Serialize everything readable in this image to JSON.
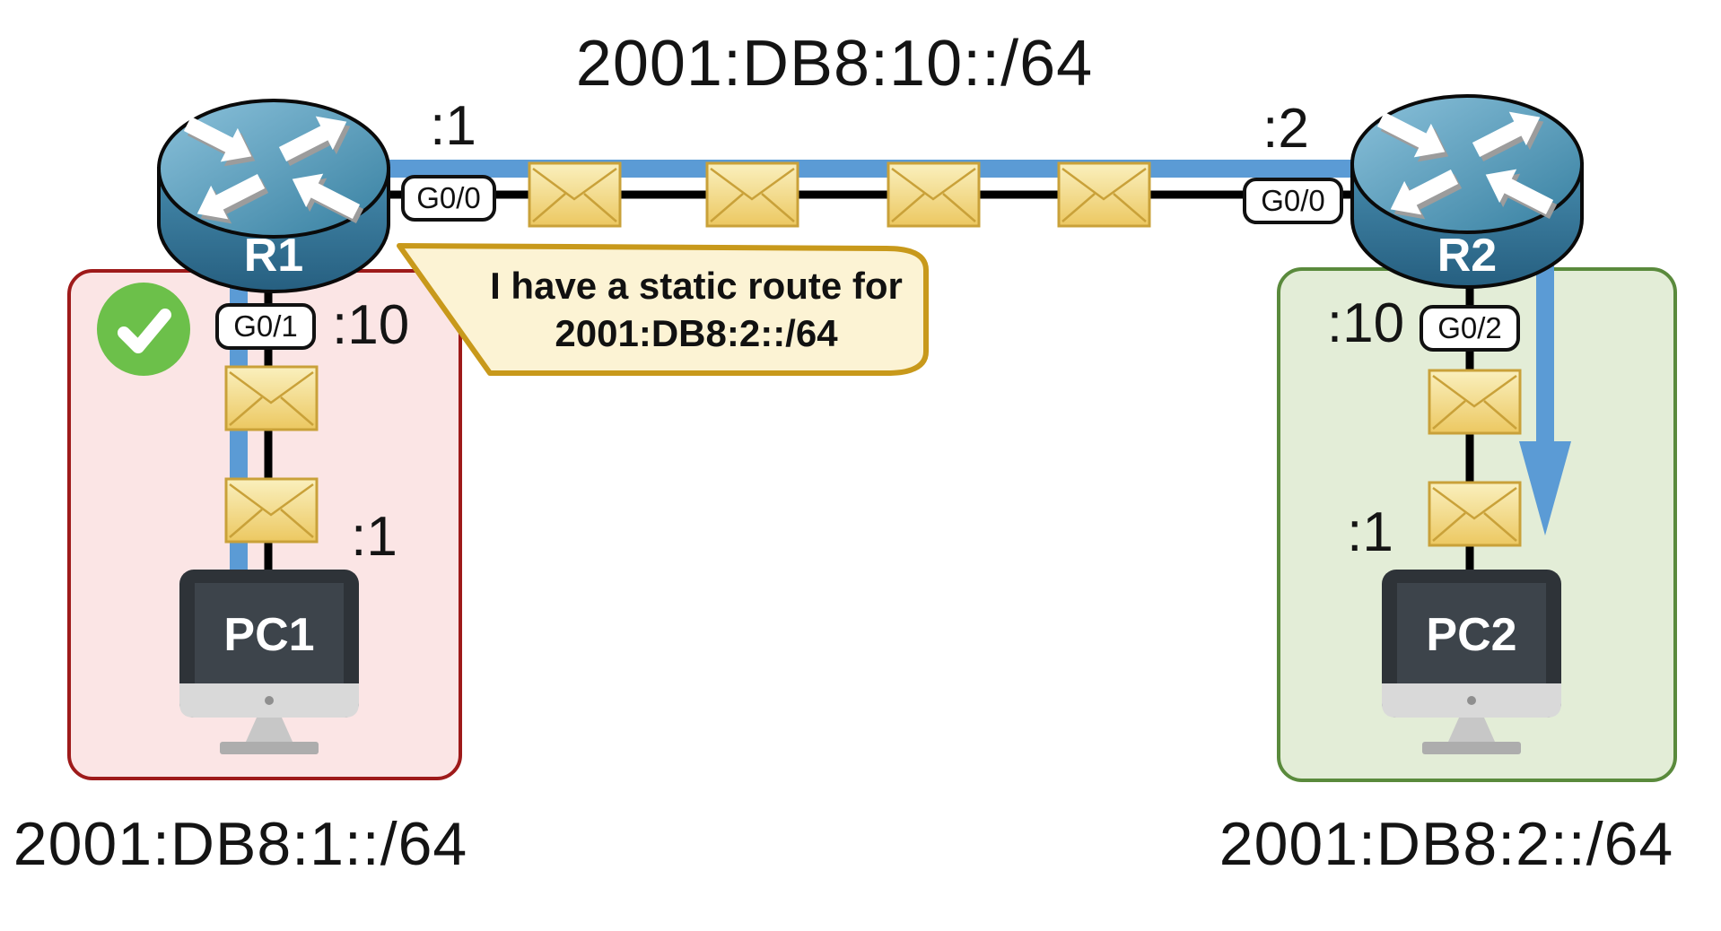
{
  "title": "2001:DB8:10::/64",
  "wan": {
    "left_if": "G0/0",
    "left_addr": ":1",
    "right_if": "G0/0",
    "right_addr": ":2"
  },
  "r1": {
    "name": "R1",
    "lan_if": "G0/1",
    "lan_addr": ":10"
  },
  "r2": {
    "name": "R2",
    "lan_if": "G0/2",
    "lan_addr": ":10"
  },
  "pc1": {
    "name": "PC1",
    "addr": ":1"
  },
  "pc2": {
    "name": "PC2",
    "addr": ":1"
  },
  "lan1": {
    "subnet": "2001:DB8:1::/64"
  },
  "lan2": {
    "subnet": "2001:DB8:2::/64"
  },
  "bubble": {
    "line1": "I have a static route for",
    "line2": "2001:DB8:2::/64"
  },
  "icons": [
    "router-icon",
    "envelope-packet-icon",
    "checkmark-icon",
    "pc-monitor-icon",
    "traffic-flow-arrow"
  ],
  "colors": {
    "flow_blue": "#5B9BD5",
    "success_green": "#6CC04A",
    "lan1_border": "#9E1A1A",
    "lan1_fill": "#FBE5E5",
    "lan2_border": "#5A8A3C",
    "lan2_fill": "#E3EDD7",
    "bubble_border": "#C8991B",
    "bubble_fill": "#FCF3D4",
    "envelope_border": "#C9A139",
    "link_black": "#000000"
  }
}
